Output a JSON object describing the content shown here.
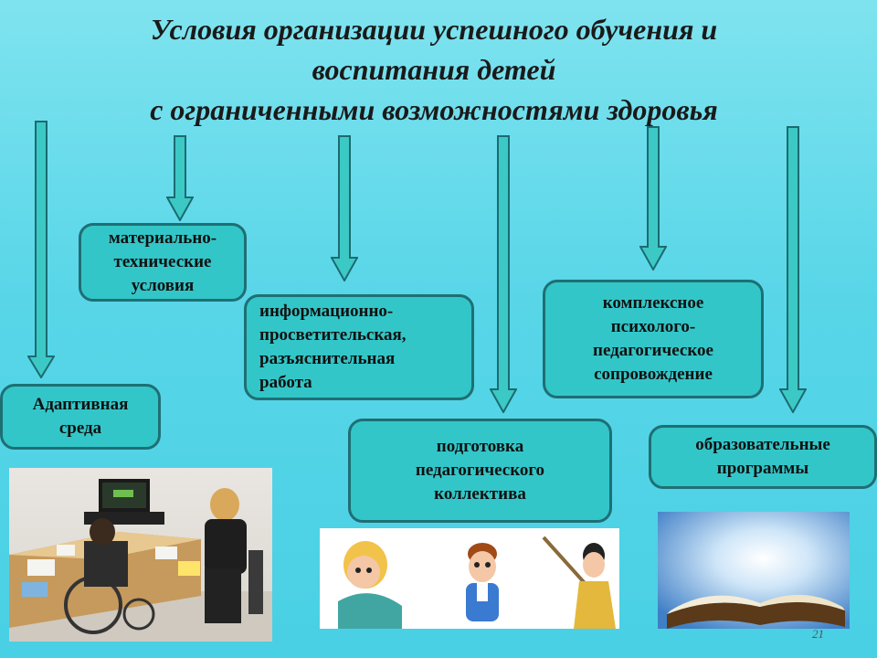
{
  "title": {
    "line1": "Условия организации успешного обучения и",
    "line2": "воспитания детей",
    "line3": "с ограниченными возможностями здоровья"
  },
  "boxes": {
    "adaptive": [
      "Адаптивная",
      "среда"
    ],
    "material": [
      "материально-",
      "технические",
      "условия"
    ],
    "info": [
      "информационно-",
      "просветительская,",
      "разъяснительная",
      "работа"
    ],
    "staff": [
      "подготовка",
      "педагогического",
      "коллектива"
    ],
    "complex": [
      "комплексное",
      "психолого-",
      "педагогическое",
      "сопровождение"
    ],
    "programs": [
      "образовательные",
      "программы"
    ]
  },
  "page_number": "21",
  "colors": {
    "box_fill": "#33c6c8",
    "box_border": "#1e6f74",
    "arrow_fill": "#3cc9c6",
    "arrow_stroke": "#1b6b70"
  }
}
